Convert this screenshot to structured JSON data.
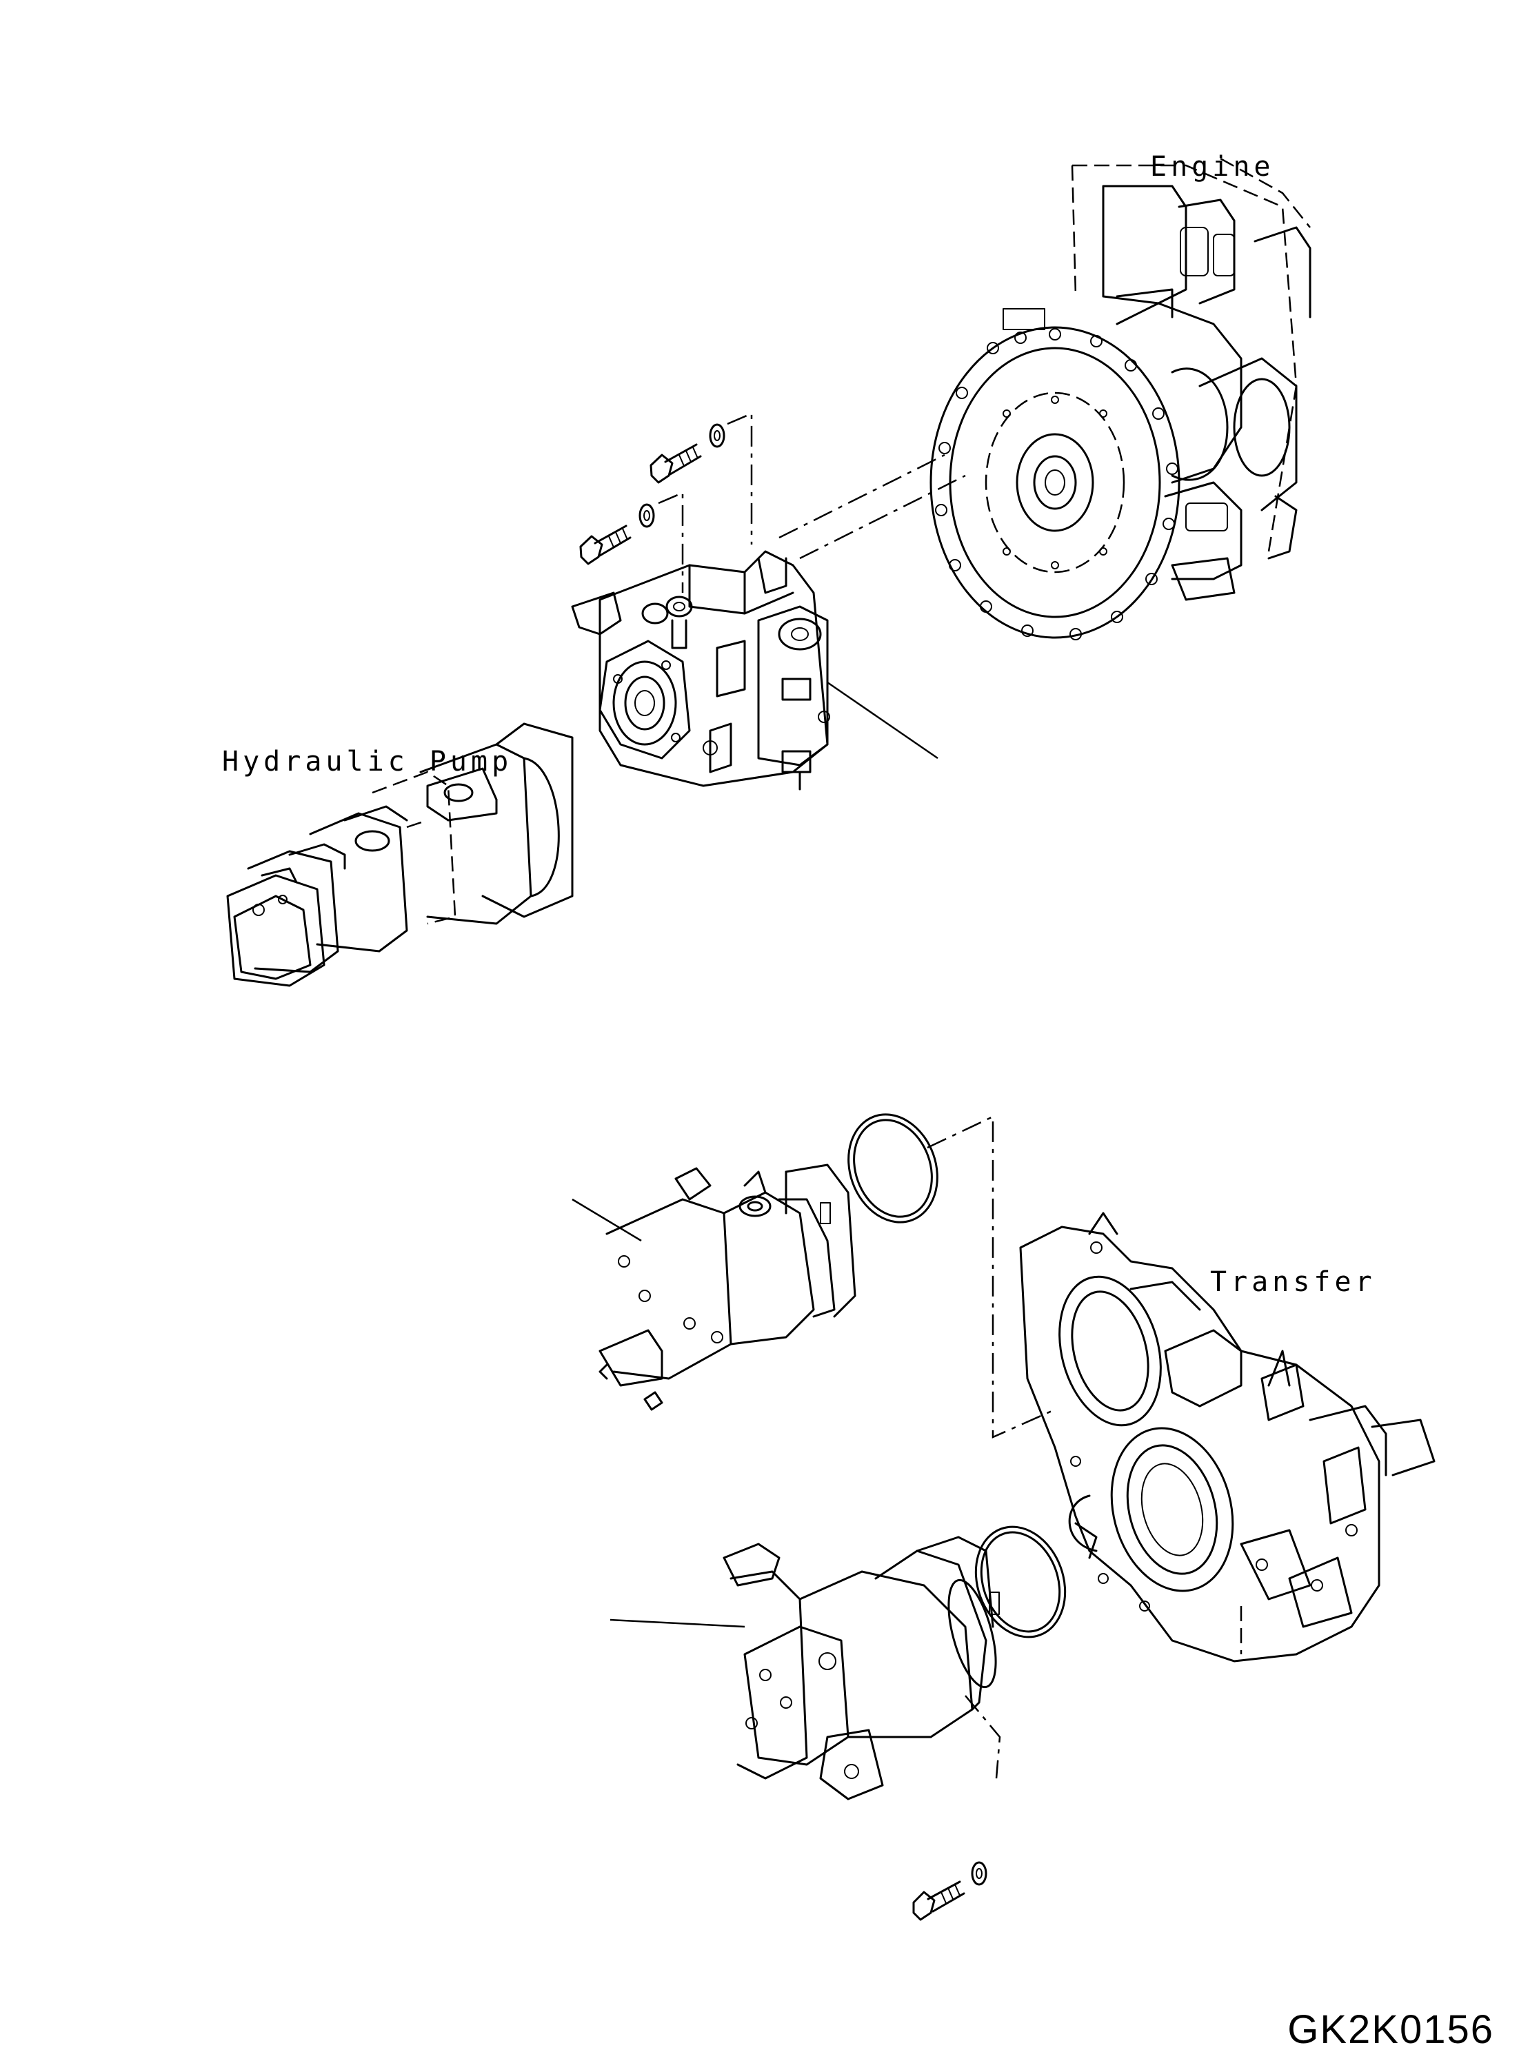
{
  "labels": {
    "engine": "Engine",
    "hydraulic_pump": "Hydraulic Pump",
    "transfer": "Transfer"
  },
  "figure_code": "GK2K0156",
  "colors": {
    "ink": "#000000",
    "background": "#ffffff"
  }
}
